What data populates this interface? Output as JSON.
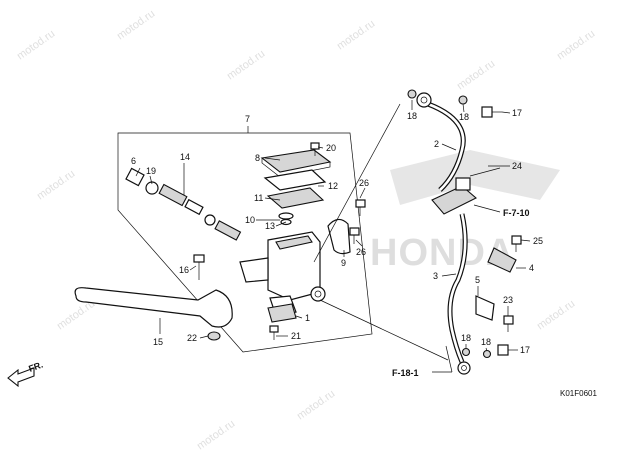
{
  "watermark": "motod.ru",
  "brand_mark": "HONDA",
  "figure_code": "K01F0601",
  "direction_label": "FR.",
  "ref_labels": {
    "f710": "F-7-10",
    "f181": "F-18-1"
  },
  "callouts": {
    "c1": "1",
    "c2": "2",
    "c3": "3",
    "c4": "4",
    "c5": "5",
    "c6": "6",
    "c7": "7",
    "c8": "8",
    "c9": "9",
    "c10": "10",
    "c11": "11",
    "c12": "12",
    "c13": "13",
    "c14": "14",
    "c15": "15",
    "c16": "16",
    "c17a": "17",
    "c17b": "17",
    "c18a": "18",
    "c18b": "18",
    "c18c": "18",
    "c18d": "18",
    "c19": "19",
    "c20": "20",
    "c21": "21",
    "c22": "22",
    "c23": "23",
    "c24": "24",
    "c25": "25",
    "c26a": "26",
    "c26b": "26"
  }
}
